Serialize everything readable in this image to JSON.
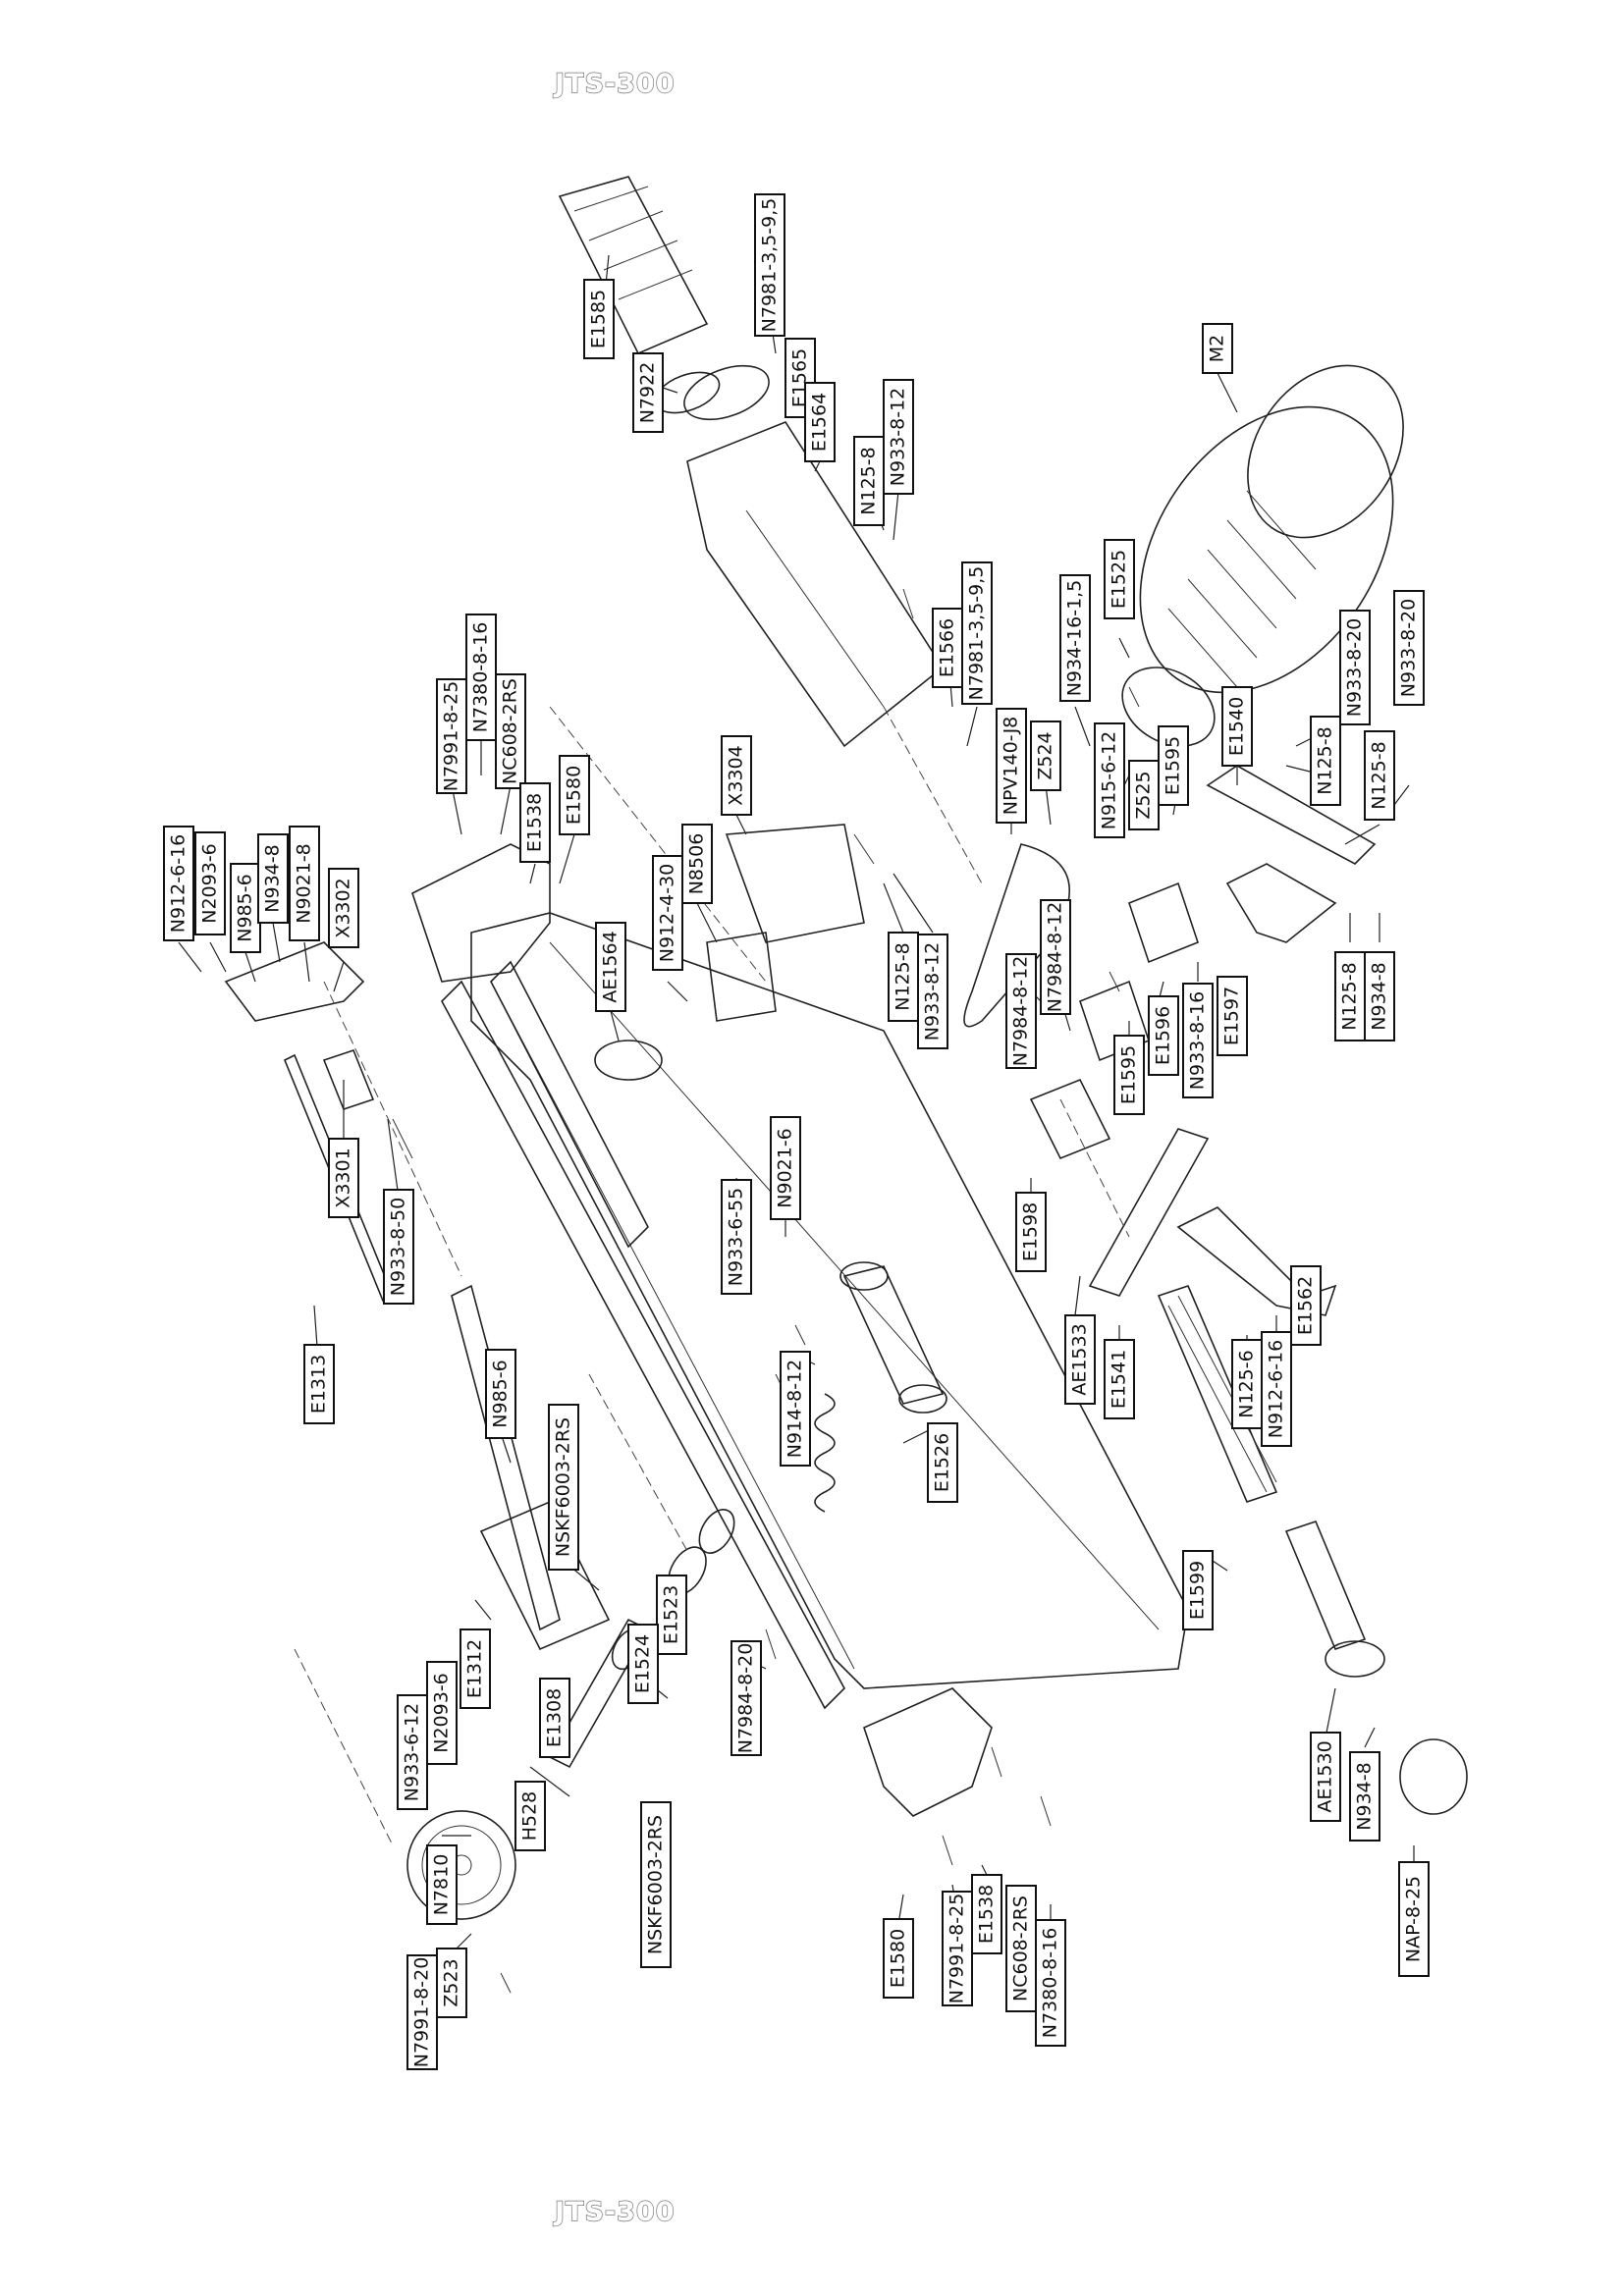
{
  "header": {
    "model": "JTS-300"
  },
  "footer": {
    "model": "JTS-300"
  },
  "parts": [
    "N912-6-16",
    "N2093-6",
    "N985-6",
    "N934-8",
    "N9021-8",
    "X3302",
    "X3301",
    "N933-8-50",
    "E1313",
    "N7991-8-25",
    "N7380-8-16",
    "NC608-2RS",
    "E1538",
    "E1580",
    "AE1564",
    "N912-4-30",
    "N8506",
    "X3304",
    "N125-8",
    "N933-8-12",
    "E1585",
    "N7922",
    "N7981-3,5-9,5",
    "E1565",
    "E1564",
    "N125-8",
    "N933-8-12",
    "E1566",
    "N7981-3,5-9,5",
    "NPV140-J8",
    "Z524",
    "N934-16-1,5",
    "E1525",
    "M2",
    "N915-6-12",
    "Z525",
    "E1595",
    "E1540",
    "N125-8",
    "N933-8-20",
    "N125-8",
    "N933-8-20",
    "N7984-8-12",
    "N7984-8-12",
    "E1595",
    "E1596",
    "N933-8-16",
    "E1597",
    "N125-8",
    "N934-8",
    "N933-6-55",
    "N9021-6",
    "E1598",
    "AE1533",
    "E1541",
    "N125-6",
    "N912-6-16",
    "E1562",
    "N914-8-12",
    "E1526",
    "E1599",
    "N985-6",
    "NSKF6003-2RS",
    "E1523",
    "E1524",
    "E1312",
    "N2093-6",
    "N933-6-12",
    "E1308",
    "H528",
    "N7984-8-20",
    "NSKF6003-2RS",
    "N7810",
    "Z523",
    "N7991-8-20",
    "E1580",
    "N7991-8-25",
    "E1538",
    "NC608-2RS",
    "N7380-8-16",
    "AE1530",
    "N934-8",
    "NAP-8-25"
  ]
}
